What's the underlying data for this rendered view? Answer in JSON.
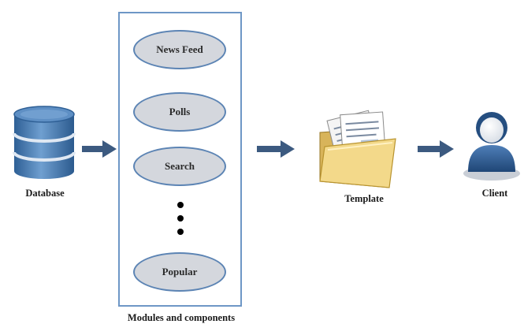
{
  "nodes": {
    "database": "Database",
    "template": "Template",
    "client": "Client"
  },
  "modules": {
    "caption": "Modules and components",
    "items": [
      "News Feed",
      "Polls",
      "Search",
      "Popular"
    ]
  },
  "colors": {
    "arrow": "#3c5a80",
    "box_border": "#6e97c6",
    "oval_fill": "#d4d7dd",
    "oval_border": "#5c84b4",
    "database_blue": "#4a7bb2",
    "folder_yellow": "#f3d98a",
    "client_blue": "#2f5f96"
  },
  "icons": [
    "database-icon",
    "folder-icon",
    "user-icon",
    "arrow-right-icon"
  ]
}
